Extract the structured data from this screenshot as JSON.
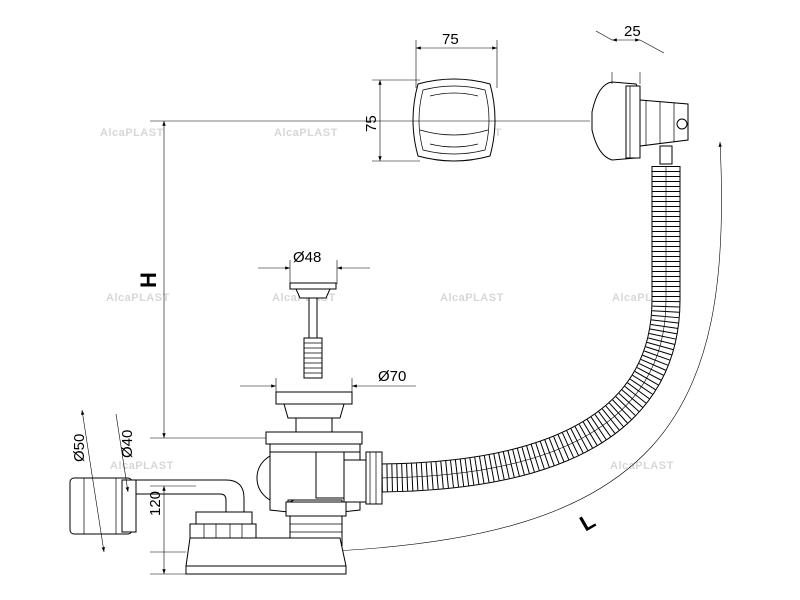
{
  "dimensions": {
    "cap_width": "75",
    "cap_height": "75",
    "overflow_depth": "25",
    "plug_diameter": "Ø48",
    "flange_diameter": "Ø70",
    "outlet_outer": "Ø50",
    "outlet_inner": "Ø40",
    "trap_height": "120",
    "height_label": "H",
    "length_label": "L"
  },
  "watermark": {
    "brand": "AlcaPLAST"
  },
  "colors": {
    "line": "#000000",
    "watermark": "#d7d7d7"
  }
}
